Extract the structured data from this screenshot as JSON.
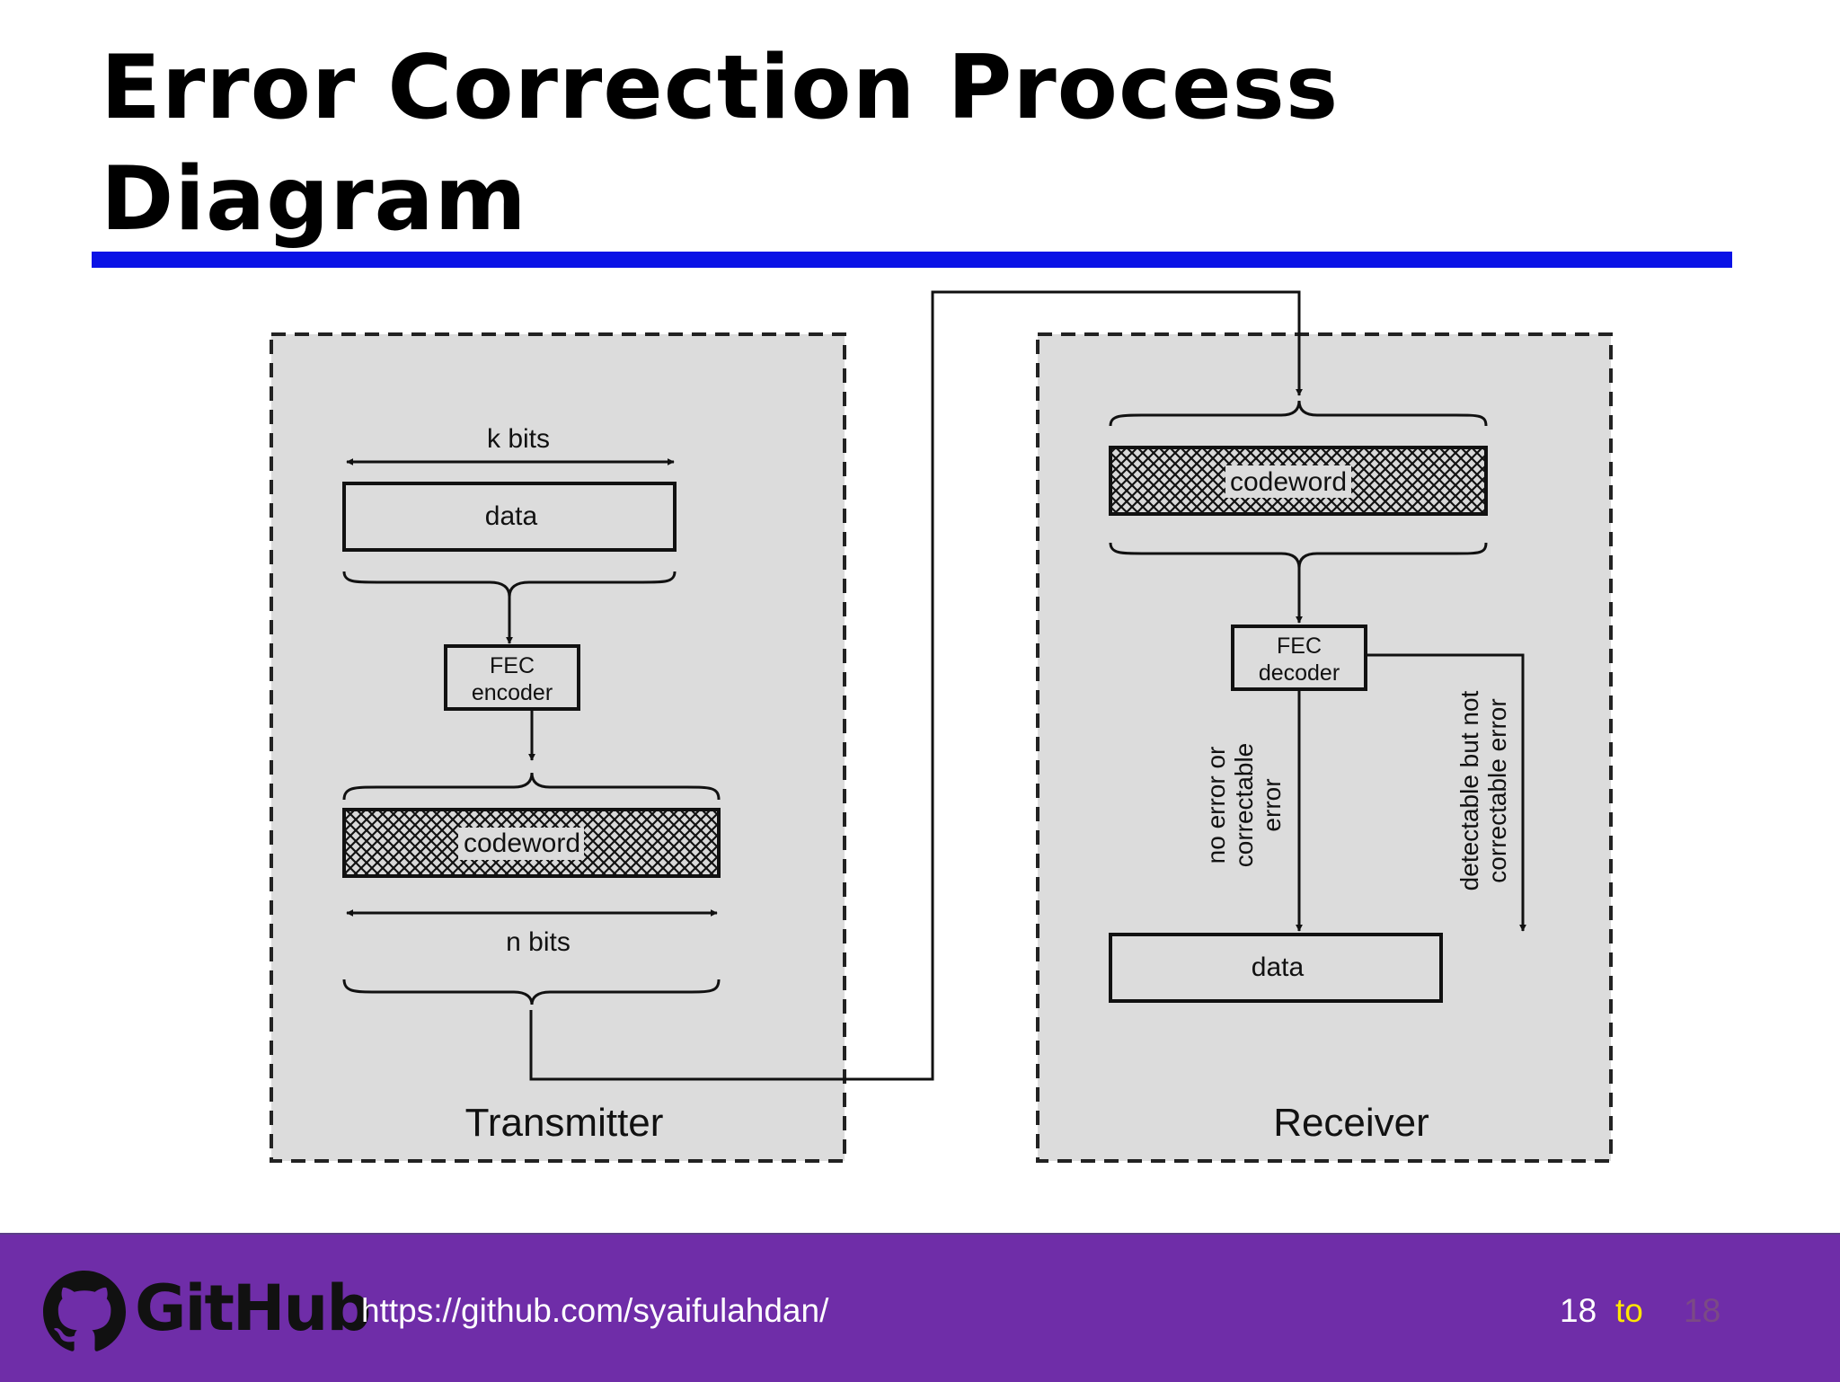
{
  "slide": {
    "title": "Error Correction Process Diagram"
  },
  "diagram": {
    "transmitter": {
      "label": "Transmitter",
      "k_bits": "k bits",
      "data": "data",
      "encoder_line1": "FEC",
      "encoder_line2": "encoder",
      "codeword": "codeword",
      "n_bits": "n bits"
    },
    "receiver": {
      "label": "Receiver",
      "codeword": "codeword",
      "decoder_line1": "FEC",
      "decoder_line2": "decoder",
      "no_error_line1": "no error or",
      "no_error_line2": "correctable",
      "no_error_line3": "error",
      "detectable_line1": "detectable but not",
      "detectable_line2": "correctable error",
      "data": "data"
    }
  },
  "footer": {
    "logo_icon": "github-octocat-icon",
    "brand": "GitHub",
    "url": "https://github.com/syaifulahdan/",
    "page_current": "18",
    "page_sep": "to",
    "page_total": "18"
  },
  "colors": {
    "title_rule": "#0a12e6",
    "footer_bg": "#6f2da8",
    "panel_bg": "#dcdcdc",
    "page_sep": "#ffe600"
  }
}
